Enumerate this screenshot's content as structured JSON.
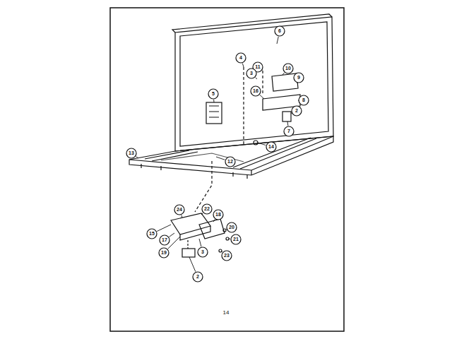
{
  "diagram": {
    "labels": [
      "6",
      "4",
      "11",
      "10",
      "9",
      "3",
      "16",
      "5",
      "2",
      "8",
      "7",
      "14",
      "12",
      "13",
      "24",
      "22",
      "18",
      "20",
      "15",
      "17",
      "21",
      "23",
      "19",
      "3",
      "2",
      "14"
    ]
  }
}
